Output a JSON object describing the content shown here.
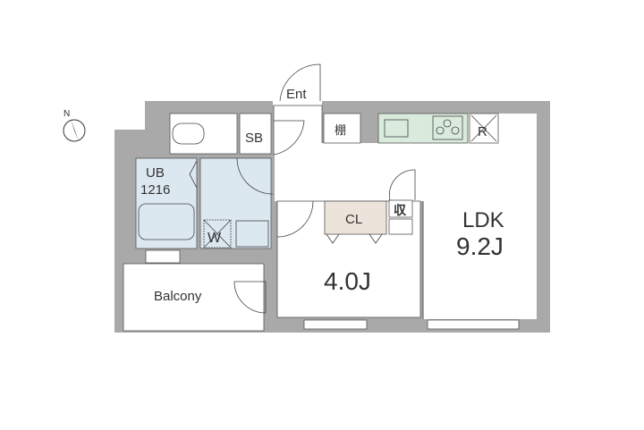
{
  "compass": {
    "label": "N"
  },
  "rooms": {
    "entrance": "Ent",
    "shoe_box": "SB",
    "shelf": "棚",
    "refrigerator": "R",
    "unit_bath": {
      "label": "UB",
      "size": "1216"
    },
    "washer": "W",
    "closet": "CL",
    "storage": "収",
    "ldk": {
      "label": "LDK",
      "size": "9.2J"
    },
    "western_room": {
      "size": "4.0J"
    },
    "balcony": "Balcony"
  },
  "colors": {
    "wall": "#a9a9a9",
    "bath": "#dce8f0",
    "kitchen": "#d9ebdd",
    "closet": "#ece3da"
  }
}
